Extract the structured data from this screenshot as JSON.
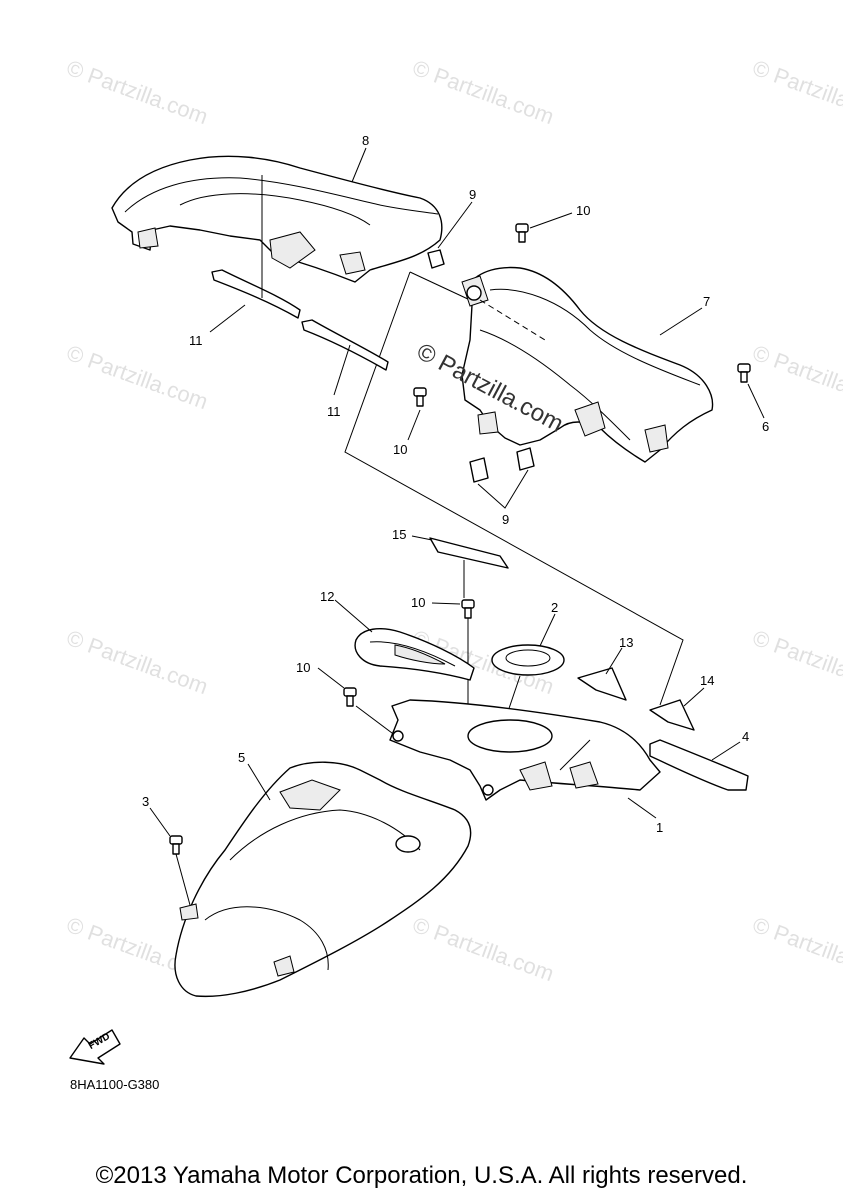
{
  "watermark": "© Partzilla.com",
  "center_watermark": "© Partzilla.com",
  "callouts": {
    "c1": "1",
    "c2": "2",
    "c3": "3",
    "c4": "4",
    "c5": "5",
    "c6": "6",
    "c7": "7",
    "c8": "8",
    "c9a": "9",
    "c9b": "9",
    "c10a": "10",
    "c10b": "10",
    "c10c": "10",
    "c10d": "10",
    "c11a": "11",
    "c11b": "11",
    "c12": "12",
    "c13": "13",
    "c14": "14",
    "c15": "15"
  },
  "fwd_label": "FWD",
  "diagram_code": "8HA1100-G380",
  "copyright": "©2013 Yamaha Motor Corporation, U.S.A. All rights reserved."
}
